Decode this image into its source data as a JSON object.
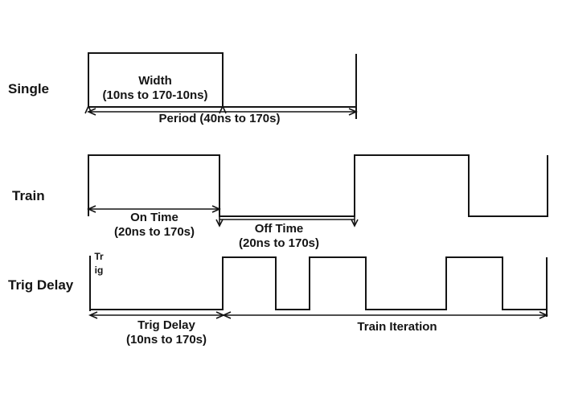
{
  "colors": {
    "background": "#ffffff",
    "line": "#141414",
    "text": "#141414"
  },
  "sections": {
    "single": {
      "label": "Single",
      "width_label": "Width",
      "width_range": "(10ns to 170-10ns)",
      "period_label": "Period (40ns to 170s)"
    },
    "train": {
      "label": "Train",
      "on_time_label": "On Time",
      "on_time_range": "(20ns to 170s)",
      "off_time_label": "Off Time",
      "off_time_range": "(20ns to 170s)"
    },
    "trig_delay": {
      "label": "Trig Delay",
      "trig_axis_label": "Trig",
      "trig_delay_label": "Trig Delay",
      "trig_delay_range": "(10ns to 170s)",
      "train_iteration_label": "Train Iteration"
    }
  }
}
